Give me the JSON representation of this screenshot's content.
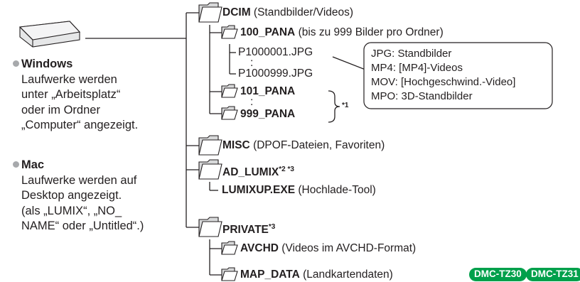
{
  "sidebar": {
    "windows": {
      "title": "Windows",
      "lines": [
        "Laufwerke werden",
        "unter „Arbeitsplatz“",
        "oder im Ordner",
        "„Computer“ angezeigt."
      ]
    },
    "mac": {
      "title": "Mac",
      "lines": [
        "Laufwerke werden auf",
        "Desktop angezeigt.",
        "(als „LUMIX“, „NO_",
        "NAME“ oder „Untitled“.)"
      ]
    }
  },
  "tree": {
    "dcim": {
      "name": "DCIM",
      "desc": "(Standbilder/Videos)"
    },
    "pana100": {
      "name": "100_PANA",
      "desc": "(bis zu 999 Bilder pro Ordner)"
    },
    "file_first": "P1000001.JPG",
    "dots": ":",
    "file_last": "P1000999.JPG",
    "pana101": {
      "name": "101_PANA"
    },
    "pana999": {
      "name": "999_PANA"
    },
    "footnote1": "*1",
    "misc": {
      "name": "MISC",
      "desc": "(DPOF-Dateien, Favoriten)"
    },
    "ad_lumix": {
      "name": "AD_LUMIX",
      "note": "*2 *3"
    },
    "lumixup": {
      "name": "LUMIXUP.EXE",
      "desc": "(Hochlade-Tool)"
    },
    "private": {
      "name": "PRIVATE",
      "note": "*3"
    },
    "avchd": {
      "name": "AVCHD",
      "desc": "(Videos im AVCHD-Format)"
    },
    "map_data": {
      "name": "MAP_DATA",
      "desc": "(Landkartendaten)"
    },
    "badges": [
      "DMC-TZ30",
      "DMC-TZ31"
    ]
  },
  "callout": {
    "lines": [
      "JPG: Standbilder",
      "MP4: [MP4]-Videos",
      "MOV: [Hochgeschwind.-Video]",
      "MPO: 3D-Standbilder"
    ]
  },
  "colors": {
    "folder_fill": "#d8d9da",
    "folder_stroke": "#231f20",
    "badge": "#00a04b",
    "bullet": "#a7a9ac"
  }
}
